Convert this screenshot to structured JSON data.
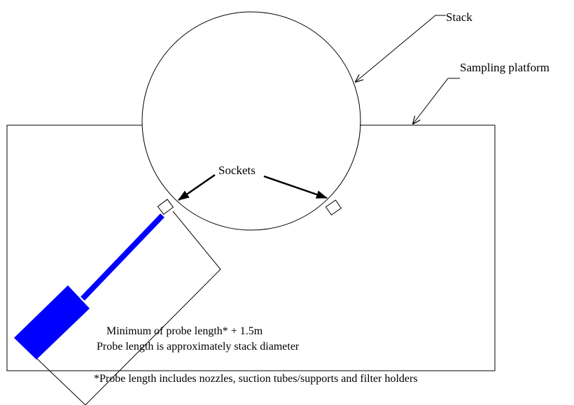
{
  "labels": {
    "stack": "Stack",
    "platform": "Sampling platform",
    "sockets": "Sockets",
    "clearance_line1": "Minimum of probe length* + 1.5m",
    "clearance_line2": "Probe length is approximately stack diameter",
    "footnote": "*Probe length includes nozzles, suction tubes/supports and filter holders"
  },
  "colors": {
    "outline": "#000000",
    "probe": "#0000ff",
    "background": "#ffffff"
  }
}
